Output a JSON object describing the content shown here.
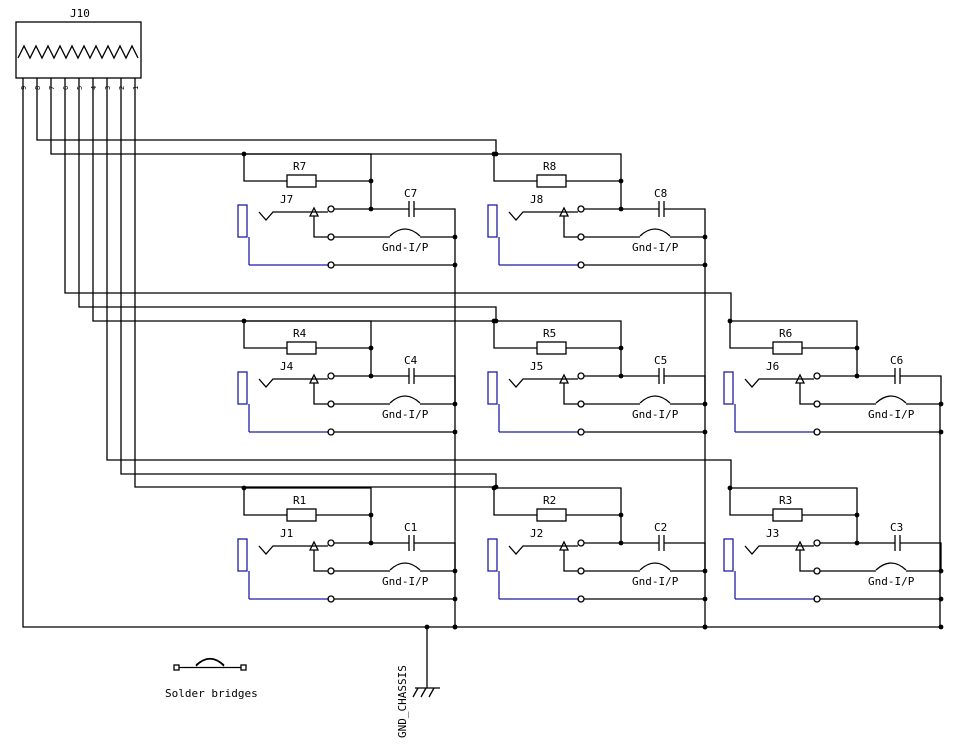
{
  "connector": {
    "name": "J10",
    "pins": [
      "9",
      "8",
      "7",
      "6",
      "5",
      "4",
      "3",
      "2",
      "1"
    ]
  },
  "chassis_label": "GND_CHASSIS",
  "legend_label": "Solder bridges",
  "colors": {
    "wire": "#000000",
    "jack_body": "#1f1fa0",
    "background": "#ffffff"
  },
  "channels": [
    {
      "jack": "J7",
      "resistor": "R7",
      "capacitor": "C7",
      "bridge": "Gnd-I/P"
    },
    {
      "jack": "J8",
      "resistor": "R8",
      "capacitor": "C8",
      "bridge": "Gnd-I/P"
    },
    {
      "jack": "J4",
      "resistor": "R4",
      "capacitor": "C4",
      "bridge": "Gnd-I/P"
    },
    {
      "jack": "J5",
      "resistor": "R5",
      "capacitor": "C5",
      "bridge": "Gnd-I/P"
    },
    {
      "jack": "J6",
      "resistor": "R6",
      "capacitor": "C6",
      "bridge": "Gnd-I/P"
    },
    {
      "jack": "J1",
      "resistor": "R1",
      "capacitor": "C1",
      "bridge": "Gnd-I/P"
    },
    {
      "jack": "J2",
      "resistor": "R2",
      "capacitor": "C2",
      "bridge": "Gnd-I/P"
    },
    {
      "jack": "J3",
      "resistor": "R3",
      "capacitor": "C3",
      "bridge": "Gnd-I/P"
    }
  ]
}
